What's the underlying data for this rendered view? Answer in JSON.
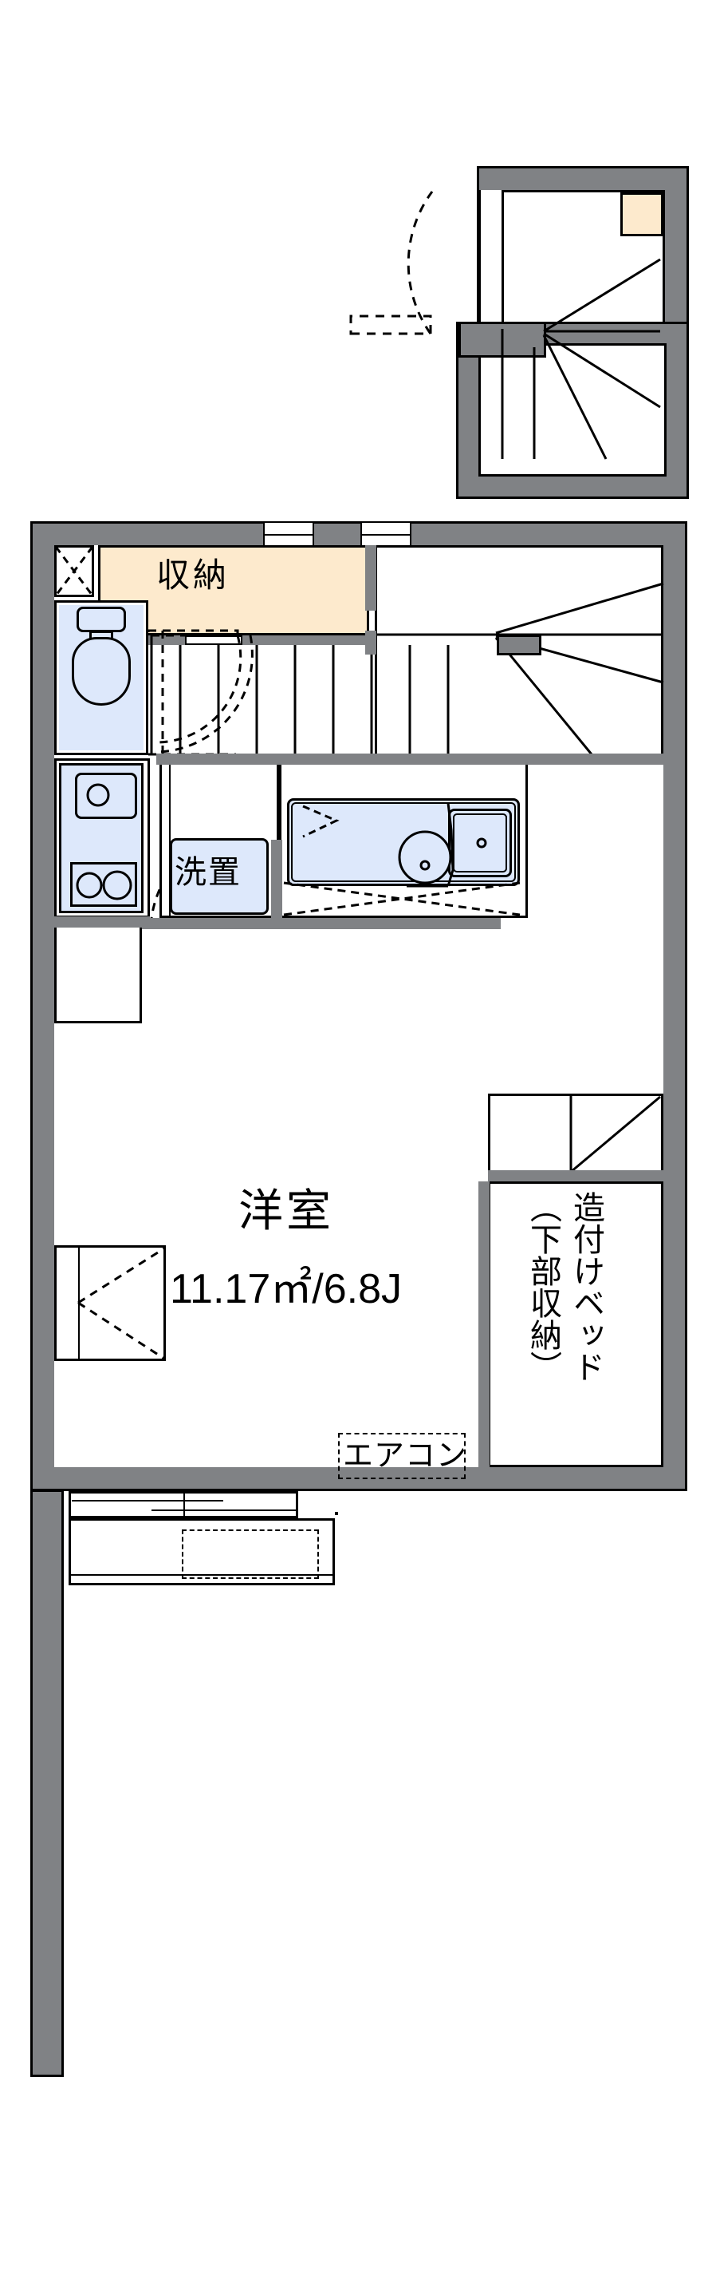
{
  "plan": {
    "kind": "japanese-apartment-floor-plan",
    "unit_layout": "1K",
    "colors": {
      "wall_fill": "#808285",
      "outline": "#000000",
      "fixture_fill": "#dde8fb",
      "storage_fill": "#fdeacd",
      "floor_fill": "#ffffff",
      "paper": "#ffffff"
    },
    "labels": {
      "storage_top": "収納",
      "washer_space": "洗置",
      "main_room_name": "洋室",
      "main_room_area": "11.17㎡/6.8J",
      "aircon": "エアコン",
      "builtin_bed": "造付けベッド",
      "builtin_bed_sub": "（下部収納）"
    },
    "rooms": [
      {
        "name": "収納",
        "type": "closet",
        "note": "upper storage, beige fill"
      },
      {
        "name": "洋室",
        "type": "western-room",
        "area": "11.17㎡/6.8J"
      },
      {
        "name": "洗置",
        "type": "washing-machine-space"
      },
      {
        "name": "トイレ",
        "type": "toilet",
        "note": "unlabeled, fixture drawn"
      },
      {
        "name": "浴室",
        "type": "unit-bath",
        "note": "unlabeled, tub + vanity drawn"
      },
      {
        "name": "キッチン",
        "type": "kitchen",
        "note": "sink + 2-burner stove"
      },
      {
        "name": "階段",
        "type": "staircase",
        "note": "winder stair right side"
      },
      {
        "name": "造付けベッド（下部収納）",
        "type": "built-in-bed"
      },
      {
        "name": "バルコニー",
        "type": "balcony",
        "note": "bottom, unlabeled"
      },
      {
        "name": "玄関",
        "type": "entrance",
        "note": "inset detail top-right"
      }
    ],
    "fixtures": [
      "toilet",
      "kitchen-sink",
      "gas-stove-2-burner",
      "bathtub",
      "bath-vanity-sink",
      "washing-machine",
      "air-conditioner",
      "closet",
      "shoe-box",
      "stair-winder"
    ],
    "detail_inset": {
      "position": "top-right",
      "contents": "entrance door swing, shoe box, winder staircase landing"
    },
    "openings": {
      "top_windows": 2,
      "balcony_sliding_door": 1,
      "entry_door_swing": 1,
      "interior_door_swings": 2,
      "folding_closet_doors": 3
    }
  }
}
